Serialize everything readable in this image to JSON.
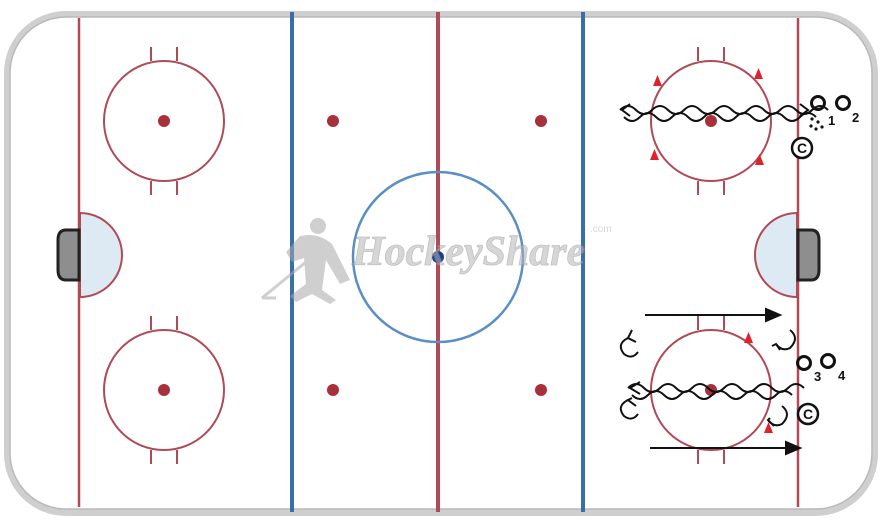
{
  "watermark": {
    "brand": "HockeyShare",
    "suffix": ".com",
    "icon": "hockey-player-icon"
  },
  "colors": {
    "board": "#c8c8c8",
    "ice": "#ffffff",
    "red_line": "#b04a55",
    "blue_line": "#3a6ea8",
    "center_circle": "#5b8fc4",
    "faceoff_dot": "#a8303a",
    "center_dot": "#1a3f8a",
    "crease": "#dde9f3",
    "net": "#444444",
    "marker": "#e0202a",
    "path": "#111111",
    "watermark": "#bdbdbd"
  },
  "drill": {
    "players": [
      {
        "id": "player-1",
        "label": "1"
      },
      {
        "id": "player-2",
        "label": "2"
      },
      {
        "id": "player-3",
        "label": "3"
      },
      {
        "id": "player-4",
        "label": "4"
      }
    ],
    "coaches": [
      {
        "id": "coach-top",
        "label": "C"
      },
      {
        "id": "coach-bottom",
        "label": "C"
      }
    ],
    "legend_icons": [
      "skate-path-wavy",
      "pass-arrow",
      "pivot-arrow",
      "cone-marker",
      "puck-pile"
    ]
  }
}
